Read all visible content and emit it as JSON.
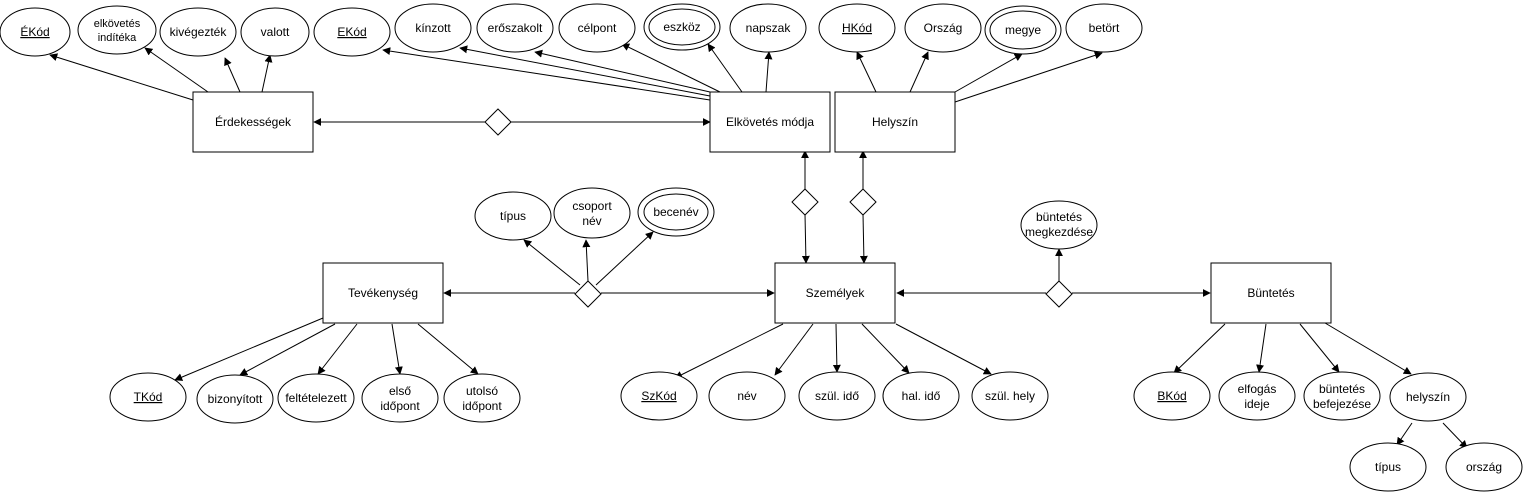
{
  "entities": {
    "erdekessegek": "Érdekességek",
    "elkovetes": "Elkövetés módja",
    "helyszin": "Helyszín",
    "tevekenyseg": "Tevékenység",
    "szemelyek": "Személyek",
    "buntetes": "Büntetés"
  },
  "attributes": {
    "ekod_e": "ÉKód",
    "elk_inditeka": [
      "elkövetés",
      "indítéka"
    ],
    "kivegeztek": "kivégezték",
    "valott": "valott",
    "ekod": "EKód",
    "kinzott": "kínzott",
    "eroszakolt": "erőszakolt",
    "celpont": "célpont",
    "eszkoz": "eszköz",
    "napszak": "napszak",
    "hkod": "HKód",
    "orszag_h": "Ország",
    "megye": "megye",
    "betort": "betört",
    "tipus_t": "típus",
    "csoport_nev": [
      "csoport",
      "név"
    ],
    "becenev": "becenév",
    "buntetes_megk": [
      "büntetés",
      "megkezdése"
    ],
    "tkod": "TKód",
    "bizonyitott": "bizonyított",
    "feltetelezett": "feltételezett",
    "elso_idopont": [
      "első",
      "időpont"
    ],
    "utolso_idopont": [
      "utolsó",
      "időpont"
    ],
    "szkod": "SzKód",
    "nev": "név",
    "szul_ido": "szül. idő",
    "hal_ido": "hal. idő",
    "szul_hely": "szül. hely",
    "bkod": "BKód",
    "elfogas_ideje": [
      "elfogás",
      "ideje"
    ],
    "buntetes_befej": [
      "büntetés",
      "befejezése"
    ],
    "helyszin_b": "helyszín",
    "tipus_b": "típus",
    "orszag_b": "ország"
  }
}
